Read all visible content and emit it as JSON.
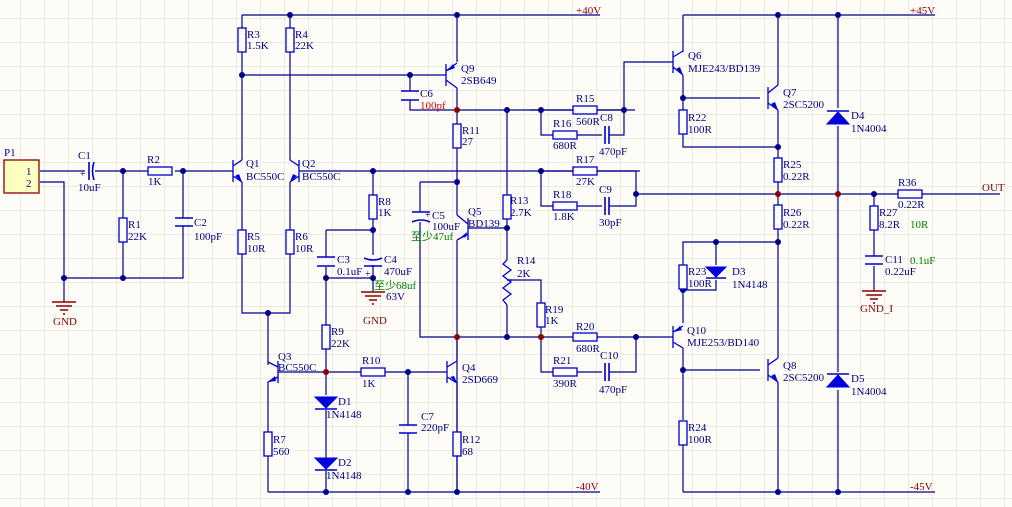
{
  "rails": {
    "pos40": "+40V",
    "neg40": "-40V",
    "pos45": "+45V",
    "neg45": "-45V",
    "out": "OUT"
  },
  "grounds": {
    "gnd1": "GND",
    "gnd2": "GND",
    "gnd3": "GND_I"
  },
  "connector": {
    "ref": "P1",
    "pin1": "1",
    "pin2": "2"
  },
  "components": {
    "C1": {
      "ref": "C1",
      "value": "10uF"
    },
    "C2": {
      "ref": "C2",
      "value": "100pF"
    },
    "C3": {
      "ref": "C3",
      "value": "0.1uF"
    },
    "C4": {
      "ref": "C4",
      "value": "470uF",
      "note": "至少68uf",
      "rating": "63V"
    },
    "C5": {
      "ref": "C5",
      "value": "100uF",
      "note": "至少47uf"
    },
    "C6": {
      "ref": "C6",
      "value": "100pf"
    },
    "C7": {
      "ref": "C7",
      "value": "220pF"
    },
    "C8": {
      "ref": "C8",
      "value": "470pF"
    },
    "C9": {
      "ref": "C9",
      "value": "30pF"
    },
    "C10": {
      "ref": "C10",
      "value": "470pF"
    },
    "C11": {
      "ref": "C11",
      "value": "0.22uF",
      "note": "0.1uF"
    },
    "R1": {
      "ref": "R1",
      "value": "22K"
    },
    "R2": {
      "ref": "R2",
      "value": "1K"
    },
    "R3": {
      "ref": "R3",
      "value": "1.5K"
    },
    "R4": {
      "ref": "R4",
      "value": "22K"
    },
    "R5": {
      "ref": "R5",
      "value": "10R"
    },
    "R6": {
      "ref": "R6",
      "value": "10R"
    },
    "R7": {
      "ref": "R7",
      "value": "560"
    },
    "R8": {
      "ref": "R8",
      "value": "1K"
    },
    "R9": {
      "ref": "R9",
      "value": "22K"
    },
    "R10": {
      "ref": "R10",
      "value": "1K"
    },
    "R11": {
      "ref": "R11",
      "value": "27"
    },
    "R12": {
      "ref": "R12",
      "value": "68"
    },
    "R13": {
      "ref": "R13",
      "value": "2.7K"
    },
    "R14": {
      "ref": "R14",
      "value": "2K"
    },
    "R15": {
      "ref": "R15",
      "value": "560R"
    },
    "R16": {
      "ref": "R16",
      "value": "680R"
    },
    "R17": {
      "ref": "R17",
      "value": "27K"
    },
    "R18": {
      "ref": "R18",
      "value": "1.8K"
    },
    "R19": {
      "ref": "R19",
      "value": "1K"
    },
    "R20": {
      "ref": "R20",
      "value": "680R"
    },
    "R21": {
      "ref": "R21",
      "value": "390R"
    },
    "R22": {
      "ref": "R22",
      "value": "100R"
    },
    "R23": {
      "ref": "R23",
      "value": "100R"
    },
    "R24": {
      "ref": "R24",
      "value": "100R"
    },
    "R25": {
      "ref": "R25",
      "value": "0.22R"
    },
    "R26": {
      "ref": "R26",
      "value": "0.22R"
    },
    "R27": {
      "ref": "R27",
      "value": "8.2R",
      "note": "10R"
    },
    "R36": {
      "ref": "R36",
      "value": "0.22R"
    },
    "Q1": {
      "ref": "Q1",
      "value": "BC550C"
    },
    "Q2": {
      "ref": "Q2",
      "value": "BC550C"
    },
    "Q3": {
      "ref": "Q3",
      "value": "BC550C"
    },
    "Q4": {
      "ref": "Q4",
      "value": "2SD669"
    },
    "Q5": {
      "ref": "Q5",
      "value": "BD139"
    },
    "Q6": {
      "ref": "Q6",
      "value": "MJE243/BD139"
    },
    "Q7": {
      "ref": "Q7",
      "value": "2SC5200"
    },
    "Q8": {
      "ref": "Q8",
      "value": "2SC5200"
    },
    "Q9": {
      "ref": "Q9",
      "value": "2SB649"
    },
    "Q10": {
      "ref": "Q10",
      "value": "MJE253/BD140"
    },
    "D1": {
      "ref": "D1",
      "value": "1N4148"
    },
    "D2": {
      "ref": "D2",
      "value": "1N4148"
    },
    "D3": {
      "ref": "D3",
      "value": "1N4148"
    },
    "D4": {
      "ref": "D4",
      "value": "1N4004"
    },
    "D5": {
      "ref": "D5",
      "value": "1N4004"
    }
  }
}
